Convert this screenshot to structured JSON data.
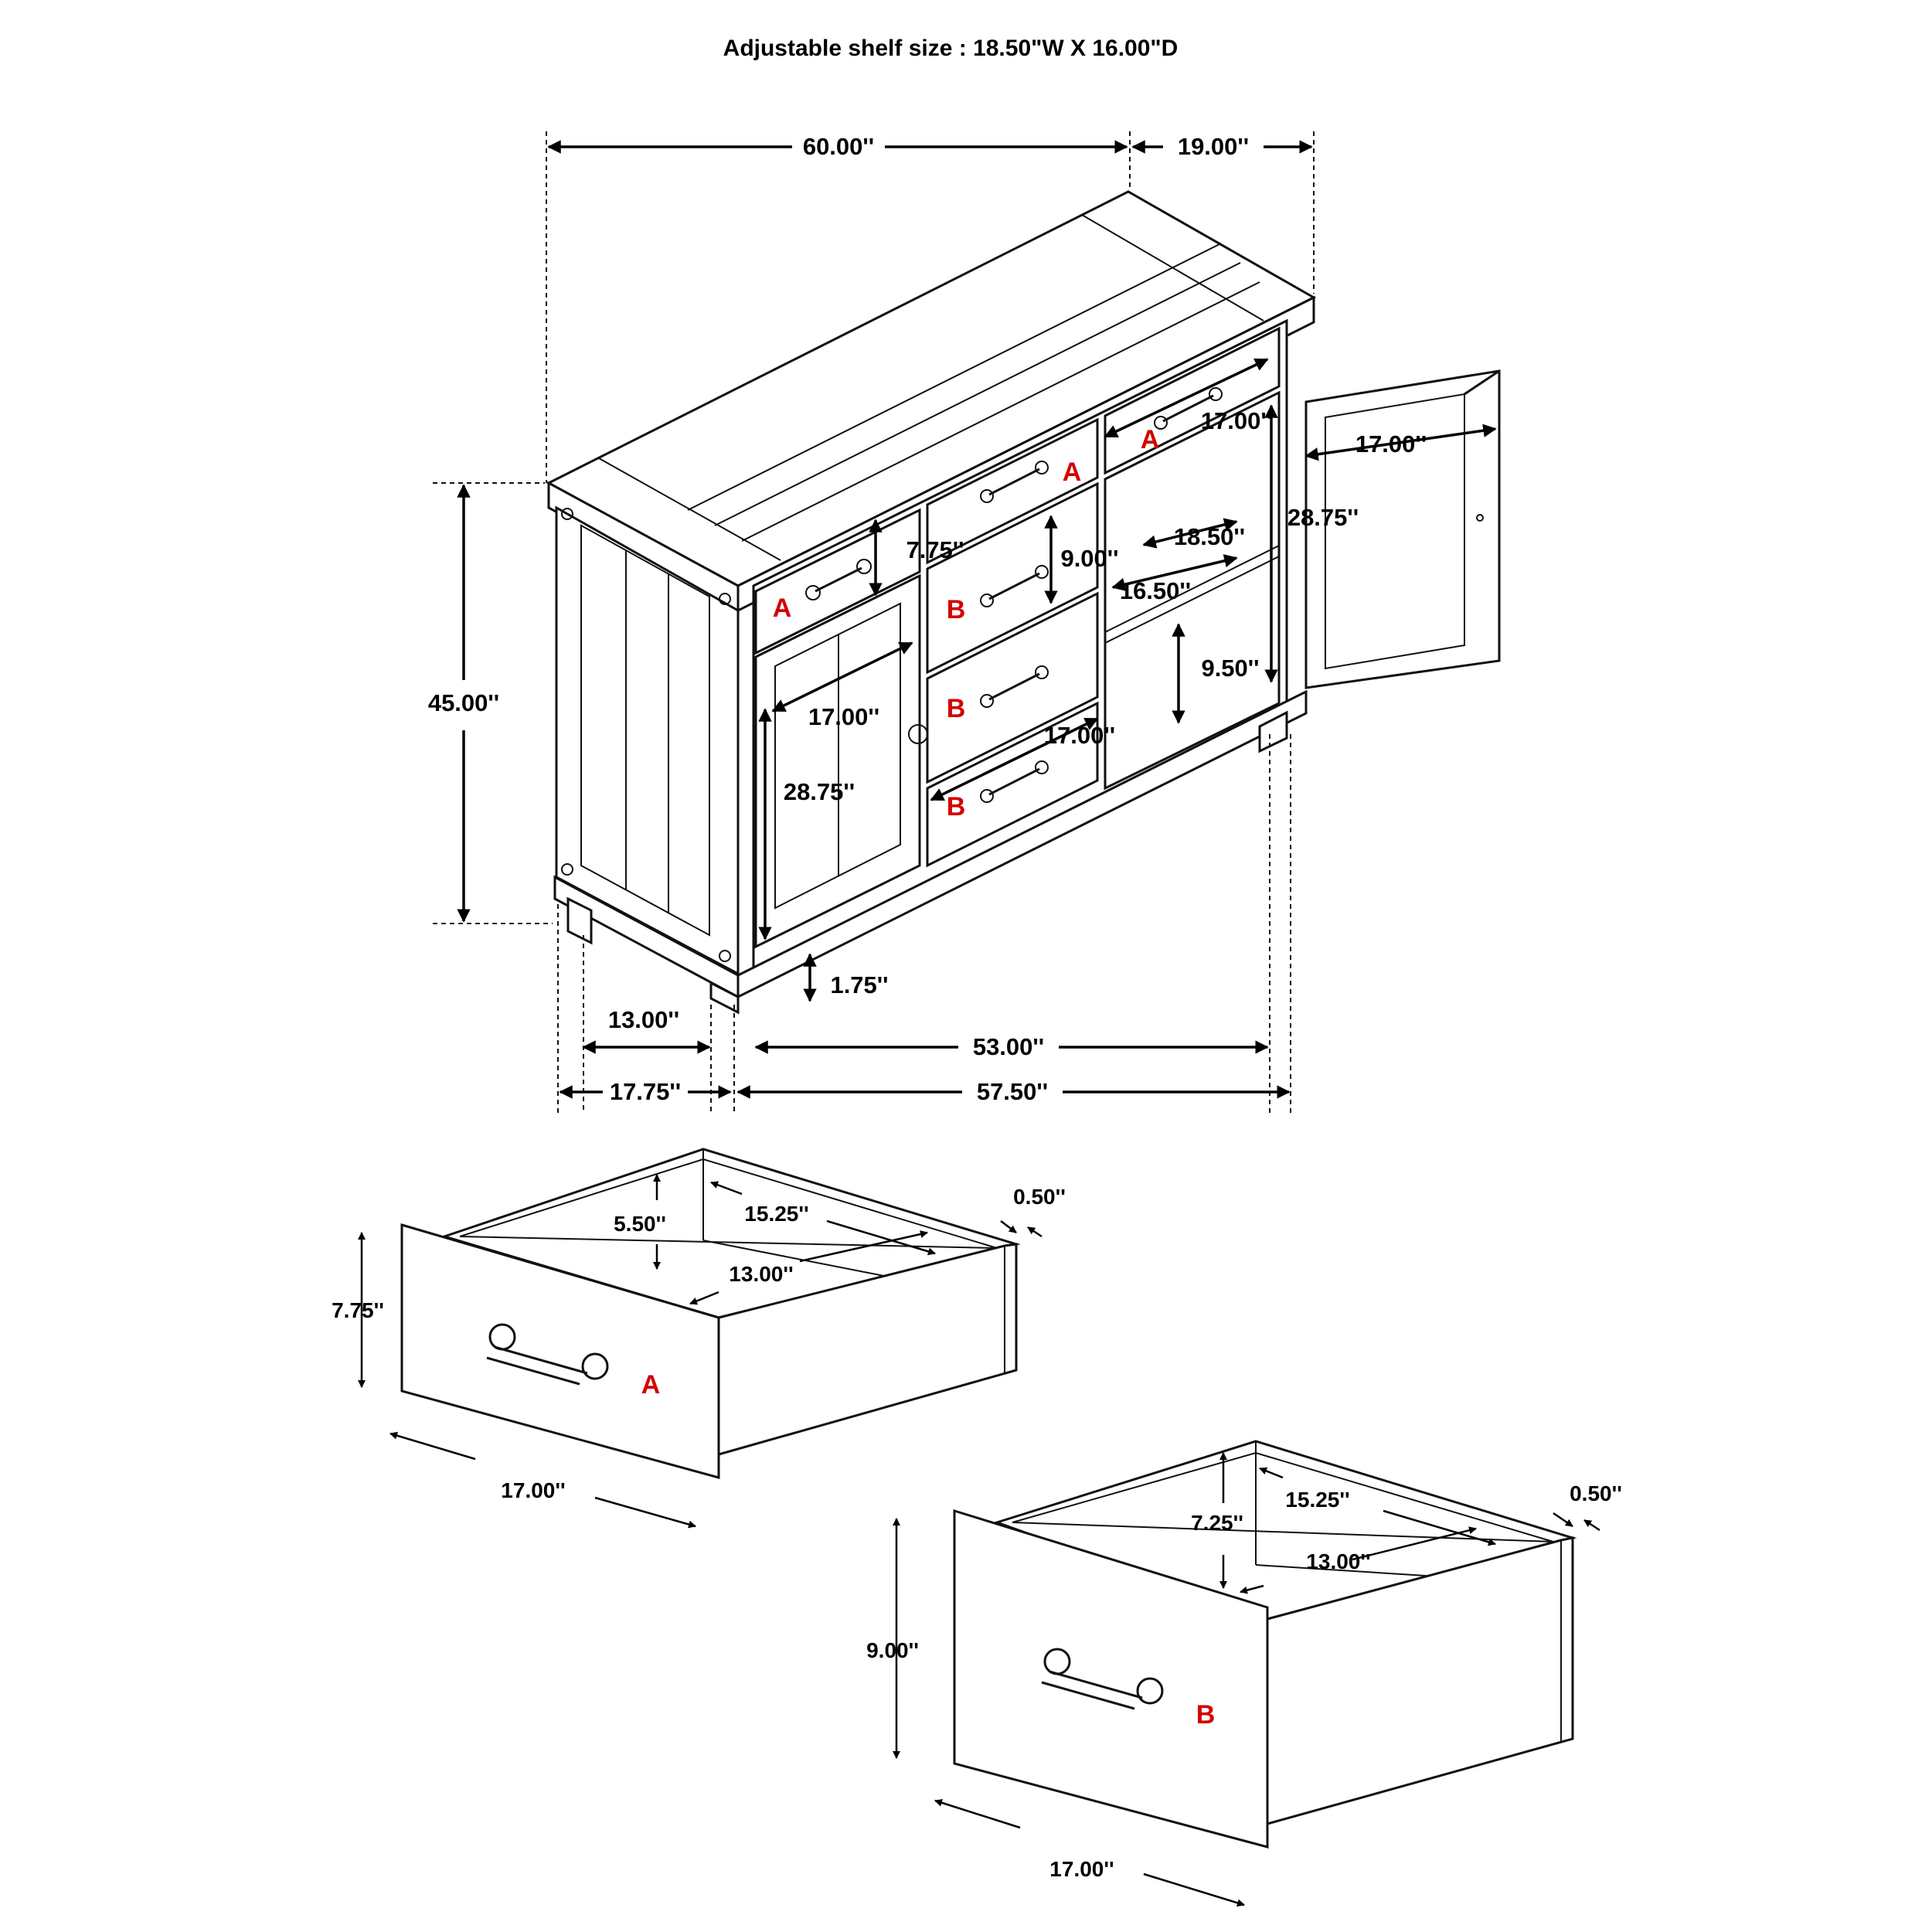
{
  "title": "Adjustable shelf size : 18.50\"W X 16.00\"D",
  "accent_color": "#d40000",
  "sideboard": {
    "width": "60.00''",
    "depth": "19.00''",
    "height": "45.00''",
    "drawer_a_height": "7.75''",
    "drawer_b_height": "9.00''",
    "drawer_a_depth": "17.00''",
    "shelf_width": "18.50''",
    "shelf_depth": "16.50''",
    "shelf_gap": "9.50''",
    "door_width": "17.00''",
    "door_height": "28.75''",
    "left_door_width": "17.00''",
    "left_door_height": "28.75''",
    "drawer_b_depth": "17.00''",
    "base_height": "1.75''",
    "leg_span": "13.00''",
    "inner_width": "53.00''",
    "side_depth": "17.75''",
    "base_width": "57.50''",
    "drawer_tags": [
      "A",
      "A",
      "A",
      "B",
      "B",
      "B"
    ]
  },
  "drawer_a": {
    "tag": "A",
    "front_height": "7.75''",
    "inner_height": "5.50''",
    "inner_depth": "15.25''",
    "inner_width": "13.00''",
    "wall": "0.50''",
    "width": "17.00''"
  },
  "drawer_b": {
    "tag": "B",
    "front_height": "9.00''",
    "inner_height": "7.25''",
    "inner_depth": "15.25''",
    "inner_width": "13.00''",
    "wall": "0.50''",
    "width": "17.00''"
  }
}
